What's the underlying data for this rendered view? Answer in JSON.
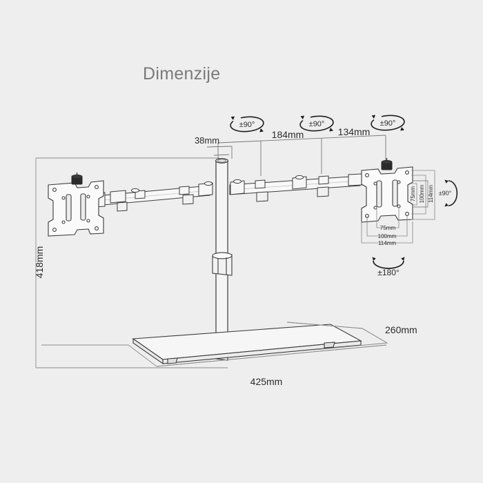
{
  "page": {
    "title": "Dimenzije",
    "background_color": "#eeeeee",
    "line_color": "#555555",
    "text_color": "#2b2b2b",
    "title_color": "#7a7a7a"
  },
  "diagram": {
    "subject": "dual-monitor-desk-stand",
    "projection": "isometric-technical-line-drawing",
    "dimensions": {
      "pole_diameter": "38mm",
      "arm_segment_left": "184mm",
      "arm_segment_right": "134mm",
      "total_height": "418mm",
      "base_width": "425mm",
      "base_depth": "260mm"
    },
    "rotation_labels": {
      "joint_1": "±90°",
      "joint_2": "±90°",
      "joint_3": "±90°",
      "tilt": "±90°",
      "swivel": "±180°"
    },
    "vesa": {
      "horizontal": [
        "75mm",
        "100mm",
        "114mm"
      ],
      "vertical": [
        "75mm",
        "100mm",
        "114mm"
      ]
    }
  },
  "labels": {
    "pole_diameter": "38mm",
    "arm_left": "184mm",
    "arm_right": "134mm",
    "height": "418mm",
    "base_width": "425mm",
    "base_depth": "260mm",
    "rot_top_1": "±90°",
    "rot_top_2": "±90°",
    "rot_top_3": "±90°",
    "rot_tilt": "±90°",
    "rot_swivel": "±180°",
    "vesa_h_75": "75mm",
    "vesa_h_100": "100mm",
    "vesa_h_114": "114mm",
    "vesa_v_75": "75mm",
    "vesa_v_100": "100mm",
    "vesa_v_114": "114mm"
  }
}
